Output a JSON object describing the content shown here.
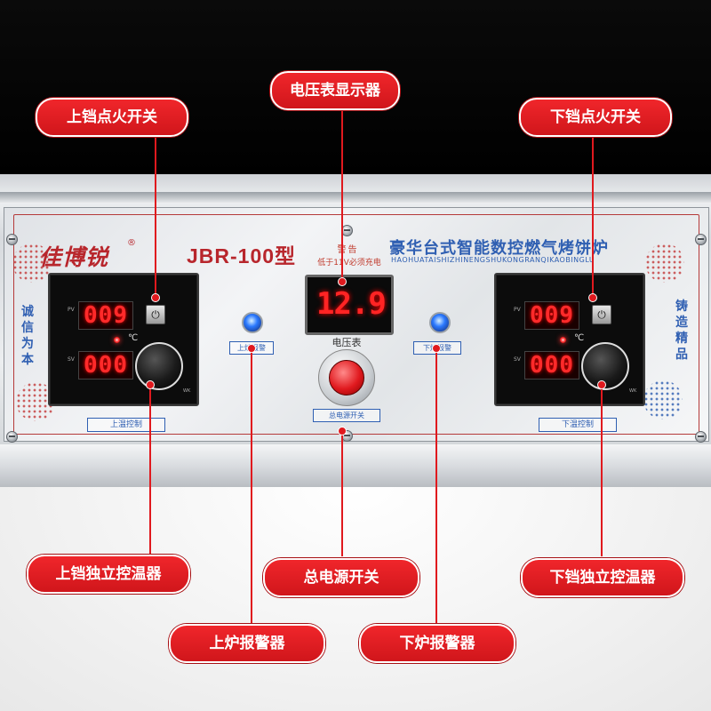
{
  "callouts": {
    "voltmeter_display": "电压表显示器",
    "upper_ignition_switch": "上铛点火开关",
    "lower_ignition_switch": "下铛点火开关",
    "upper_temp_control": "上铛独立控温器",
    "main_power_switch": "总电源开关",
    "lower_temp_control": "下铛独立控温器",
    "upper_alarm": "上炉报警器",
    "lower_alarm": "下炉报警器"
  },
  "panel": {
    "brand": "佳博锐",
    "brand_reg": "®",
    "model": "JBR-100型",
    "warning_title": "警告",
    "warning_text": "低于11V必须充电",
    "cn_title": "豪华台式智能数控燃气烤饼炉",
    "en_title": "HAOHUATAISHIZHINENGSHUKONGRANQIKAOBINGLU",
    "left_slogan": "诚信为本",
    "right_slogan": "铸造精品",
    "voltmeter_value": "12.9",
    "voltmeter_label": "电压表",
    "main_switch_label": "总电源开关",
    "upper_alarm_label": "上炉报警",
    "lower_alarm_label": "下炉报警"
  },
  "controllers": {
    "upper": {
      "pv": "009",
      "sv": "000",
      "label": "上温控制",
      "pv_tag": "PV",
      "sv_tag": "SV",
      "unit": "℃",
      "power_glyph": "⏻",
      "mark": "WK"
    },
    "lower": {
      "pv": "009",
      "sv": "000",
      "label": "下温控制",
      "pv_tag": "PV",
      "sv_tag": "SV",
      "unit": "℃",
      "power_glyph": "⏻",
      "mark": "WK"
    }
  },
  "colors": {
    "callout_red": "#e0191e",
    "panel_blue": "#2f5fb2",
    "panel_red": "#b8262c",
    "led_red": "#ff2a2a"
  }
}
